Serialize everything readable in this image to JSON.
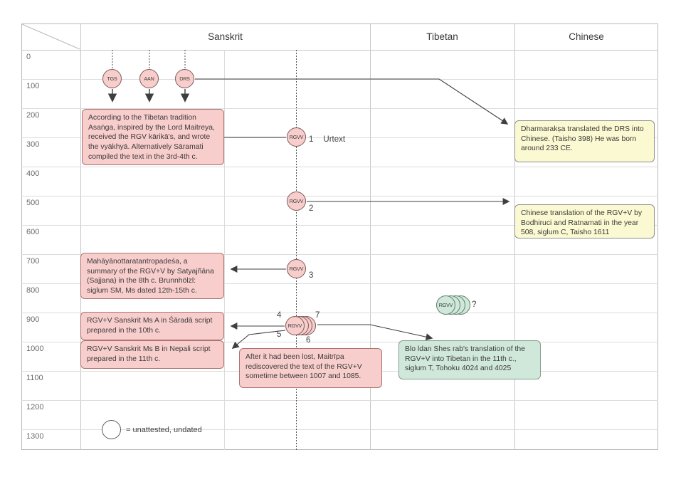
{
  "header": {
    "columns": [
      "Sanskrit",
      "Tibetan",
      "Chinese"
    ]
  },
  "timeline": {
    "labels": [
      "0",
      "100",
      "200",
      "300",
      "400",
      "500",
      "600",
      "700",
      "800",
      "900",
      "1000",
      "1100",
      "1200",
      "1300"
    ]
  },
  "nodes": {
    "tgs": "TGS",
    "aan": "AAN",
    "drs": "DRS",
    "rgvv": "RGVV"
  },
  "markers": {
    "m1_num": "1",
    "m1_name": "Urtext",
    "m2": "2",
    "m3": "3",
    "m4": "4",
    "m5": "5",
    "m6": "6",
    "m7": "7",
    "question": "?"
  },
  "boxes": {
    "asanga": "According to the Tibetan tradition Asaṅga, inspired by the Lord Maitreya, received the RGV kārikā's, and wrote the vyākhyā. Alternatively Sāramati compiled the text in the 3rd-4th c.",
    "dharmaraksa": "Dharmarakṣa translated the DRS into Chinese. (Taisho 398) He was born around 233 CE.",
    "bodhiruci": "Chinese translation of the RGV+V by Bodhiruci and Ratnamati in the year 508, siglum C, Taisho 1611",
    "mahayana": "Mahāyānottaratantropadeśa, a summary of the RGV+V by Satyajñāna (Sajjana) in the 8th c. Brunnhölzl: siglum SM, Ms dated 12th-15th c.",
    "ms_a": "RGV+V Sanskrit Ms A in Śāradā script prepared in the 10th c.",
    "ms_b": "RGV+V Sanskrit Ms B in Nepali script prepared in the 11th c.",
    "maitripa": "After it had been lost, Maitrīpa rediscovered the text of the RGV+V sometime between 1007 and 1085.",
    "blo_ldan": "Blo ldan Shes rab's translation of the RGV+V into Tibetan in the 11th c., siglum T, Tohoku 4024 and 4025"
  },
  "legend": {
    "text": "= unattested, undated"
  },
  "colors": {
    "pink_fill": "#f8cecc",
    "pink_border": "#ab7371",
    "yellow_fill": "#fbf9d1",
    "yellow_border": "#8f8f8f",
    "green_fill": "#cfe8d9",
    "green_border": "#879b8e",
    "line": "#3f3f3f",
    "grid": "#c6c6c6",
    "row_line": "#dcdcdc"
  }
}
